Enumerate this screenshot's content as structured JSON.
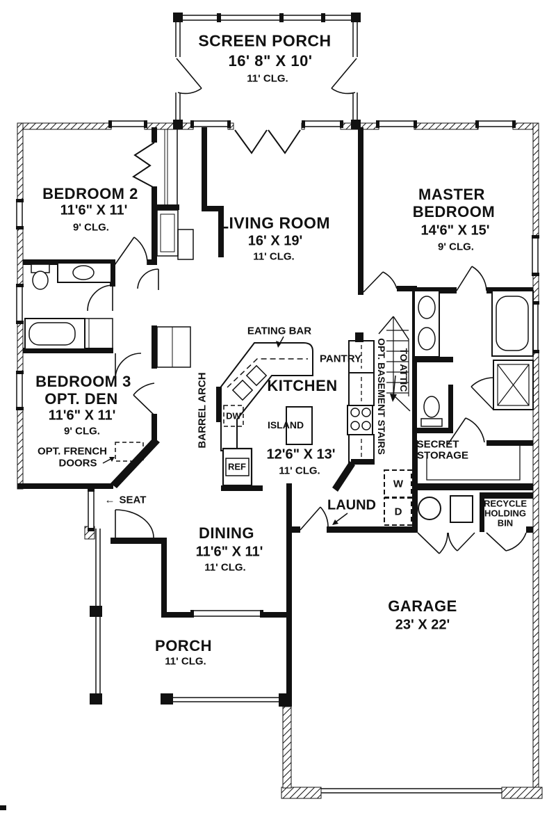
{
  "rooms": {
    "screen_porch": {
      "name": "SCREEN PORCH",
      "dims": "16' 8\" X 10'",
      "ceiling": "11' CLG."
    },
    "living": {
      "name": "LIVING ROOM",
      "dims": "16' X 19'",
      "ceiling": "11' CLG."
    },
    "bedroom2": {
      "name": "BEDROOM 2",
      "dims": "11'6\" X 11'",
      "ceiling": "9' CLG."
    },
    "master": {
      "name_line1": "MASTER",
      "name_line2": "BEDROOM",
      "dims": "14'6\" X 15'",
      "ceiling": "9' CLG."
    },
    "bedroom3": {
      "name": "BEDROOM 3",
      "alt": "OPT. DEN",
      "dims": "11'6\" X 11'",
      "ceiling": "9' CLG.",
      "option_line1": "OPT. FRENCH",
      "option_line2": "DOORS"
    },
    "kitchen": {
      "name": "KITCHEN",
      "dims": "12'6\" X 13'",
      "ceiling": "11' CLG."
    },
    "dining": {
      "name": "DINING",
      "dims": "11'6\" X 11'",
      "ceiling": "11' CLG."
    },
    "garage": {
      "name": "GARAGE",
      "dims": "23' X 22'"
    },
    "porch": {
      "name": "PORCH",
      "ceiling": "11' CLG."
    },
    "laundry": {
      "name": "LAUND"
    }
  },
  "annotations": {
    "eating_bar": "EATING BAR",
    "pantry": "PANTRY",
    "island": "ISLAND",
    "dw": "DW",
    "ref": "REF",
    "barrel_arch": "BARREL ARCH",
    "basement_stairs": "OPT. BASEMENT STAIRS",
    "to_attic": "TO ATTIC",
    "secret_storage_line1": "SECRET",
    "secret_storage_line2": "STORAGE",
    "recycle_line1": "RECYCLE",
    "recycle_line2": "HOLDING",
    "recycle_line3": "BIN",
    "washer": "W",
    "dryer": "D",
    "seat": "SEAT"
  }
}
